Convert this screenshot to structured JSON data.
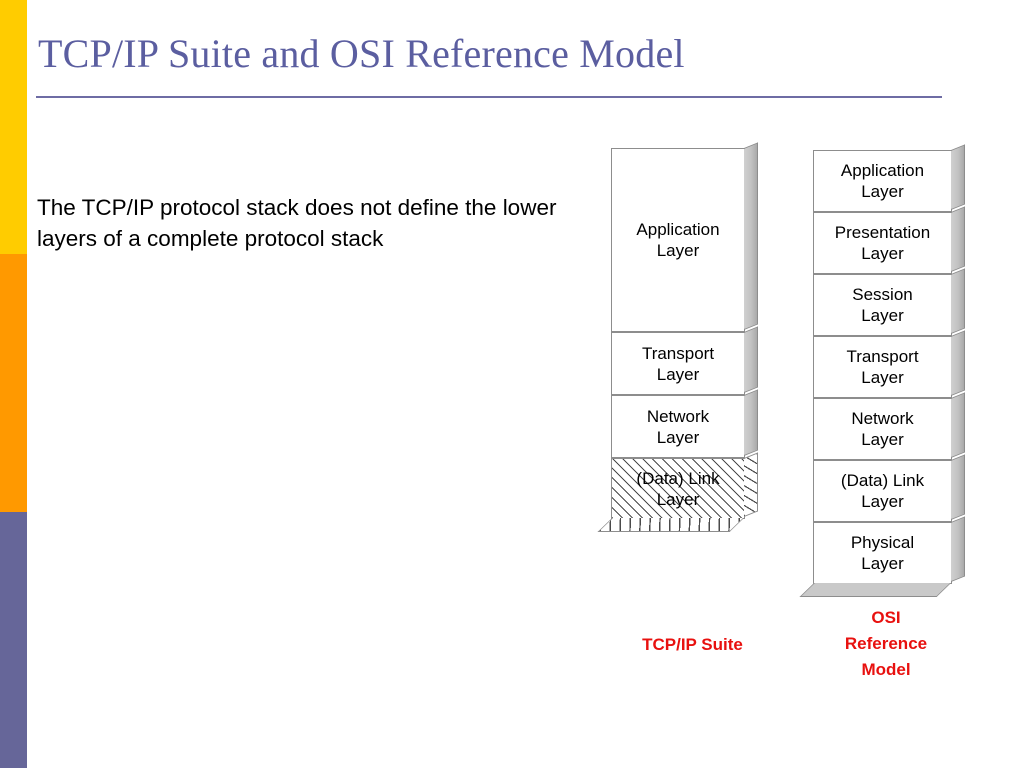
{
  "slide": {
    "title": "TCP/IP Suite and OSI Reference Model",
    "body": "The TCP/IP protocol stack does not define the lower layers of a complete protocol stack"
  },
  "rail": {
    "segments": [
      {
        "name": "yellow",
        "color": "#FFCC00"
      },
      {
        "name": "orange",
        "color": "#FF9900"
      },
      {
        "name": "purple",
        "color": "#666699"
      }
    ]
  },
  "colors": {
    "title": "#5B5EA0",
    "rule": "#6E6CA4",
    "caption": "#E8110F",
    "box_border": "#8d8d8d",
    "box_shadow": "#c2c2c2"
  },
  "tcpip_stack": {
    "caption": "TCP/IP Suite",
    "layers": [
      {
        "label": "Application\nLayer",
        "line1": "Application",
        "line2": "Layer",
        "hatched": false
      },
      {
        "label": "Transport\nLayer",
        "line1": "Transport",
        "line2": "Layer",
        "hatched": false
      },
      {
        "label": "Network\nLayer",
        "line1": "Network",
        "line2": "Layer",
        "hatched": false
      },
      {
        "label": "(Data) Link\nLayer",
        "line1": "(Data) Link",
        "line2": "Layer",
        "hatched": true
      }
    ]
  },
  "osi_stack": {
    "caption": "OSI Reference Model",
    "caption_lines": [
      "OSI",
      "Reference",
      "Model"
    ],
    "layers": [
      {
        "line1": "Application",
        "line2": "Layer"
      },
      {
        "line1": "Presentation",
        "line2": "Layer"
      },
      {
        "line1": "Session",
        "line2": "Layer"
      },
      {
        "line1": "Transport",
        "line2": "Layer"
      },
      {
        "line1": "Network",
        "line2": "Layer"
      },
      {
        "line1": "(Data) Link",
        "line2": "Layer"
      },
      {
        "line1": "Physical",
        "line2": "Layer"
      }
    ]
  }
}
